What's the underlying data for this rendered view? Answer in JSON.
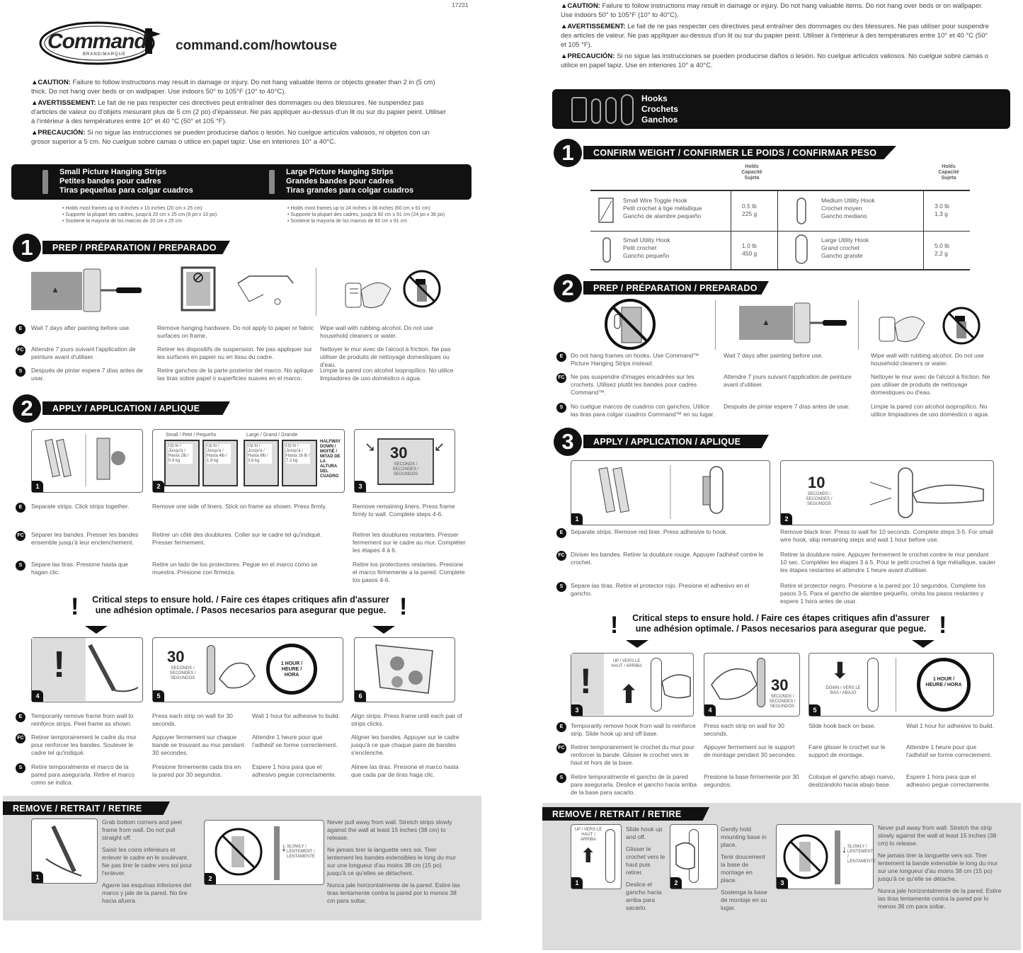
{
  "left": {
    "code": "17231",
    "brand": "Command",
    "brand_sub": "BRAND/MARQUE",
    "url": "command.com/howtouse",
    "warnings": [
      {
        "label": "▲CAUTION:",
        "text": "Failure to follow instructions may result in damage or injury. Do not hang valuable items or objects greater than 2 in (5 cm) thick. Do not hang over beds or on wallpaper. Use indoors 50° to 105°F (10° to 40°C)."
      },
      {
        "label": "▲AVERTISSEMENT:",
        "text": "Le fait de ne pas respecter ces directives peut entraîner des dommages ou des blessures. Ne suspendez pas d'articles de valeur ou d'objets mesurant plus de 5 cm (2 po) d'épaisseur. Ne pas appliquer au-dessus d'un lit ou sur du papier peint. Utiliser à l'intérieur à des températures entre 10° et 40 °C (50° et 105 °F)."
      },
      {
        "label": "▲PRECAUCIÓN:",
        "text": "Si no sigue las instrucciones se pueden producirse daños o lesión. No cuelgue artículos valiosos, ni objetos con un grosor superior a 5 cm. No cuelgue sobre camas o utilice en papel tapiz. Use en interiores 10° a 40°C."
      }
    ],
    "products": [
      {
        "lines": [
          "Small Picture Hanging Strips",
          "Petites bandes pour cadres",
          "Tiras pequeñas para colgar cuadros"
        ],
        "bullets": [
          "Holds most frames up to 8 inches x 10 inches (20 cm x 25 cm)",
          "Supporte la plupart des cadres, jusqu'à 20 cm x 25 cm (8 po x 10 po)",
          "Sostiene la mayoría de los marcos de 20 cm x 25 cm"
        ]
      },
      {
        "lines": [
          "Large Picture Hanging Strips",
          "Grandes bandes pour cadres",
          "Tiras grandes para colgar cuadros"
        ],
        "bullets": [
          "Holds most frames up to 24 inches x 36 inches (60 cm x 91 cm)",
          "Supporte la plupart des cadres, jusqu'à 60 cm x 91 cm (24 po x 36 po)",
          "Sostiene la mayoría de los marcos de 60 cm x 91 cm"
        ]
      }
    ],
    "step1": {
      "num": "1",
      "title": "PREP / PRÉPARATION / PREPARADO",
      "cols": [
        [
          "Wait 7 days after painting before use.",
          "Attendre 7 jours suivant l'application de peinture avant d'utiliser.",
          "Después de pintar espere 7 días antes de usar."
        ],
        [
          "Remove hanging hardware. Do not apply to paper or fabric surfaces on frame.",
          "Retirer les dispositifs de suspension. Ne pas appliquer sur les surfaces en papier ou en tissu du cadre.",
          "Retire ganchos de la parte posterior del marco. No aplique las tiras sobre papel o superficies suaves en el marco."
        ],
        [
          "Wipe wall with rubbing alcohol. Do not use household cleaners or water.",
          "Nettoyer le mur avec de l'alcool à friction. Ne pas utiliser de produits de nettoyage domestiques ou d'eau.",
          "Limpie la pared con alcohol isopropílico. No utilice limpiadores de uso doméstico o agua."
        ]
      ]
    },
    "step2": {
      "num": "2",
      "title": "APPLY / APPLICATION / APLIQUE",
      "panel_labels": [
        "Small / Petit / Pequeño",
        "Large / Grand / Grande"
      ],
      "strip_labels": [
        "Up to / Jusqu'à / Hasta 2lb / 0.9 kg",
        "Up to / Jusqu'à / Hasta 4lb / 1.8 kg",
        "Up to / Jusqu'à / Hasta 8lb / 3.6 kg",
        "Up to / Jusqu'à / Hasta 16 lb / 7.2 kg"
      ],
      "note": "HALFWAY DOWN / MOITIÉ / MITAD DE LA ALTURA DEL CUADRO",
      "press_num": "30",
      "press_text": "SECONDS / SECONDES / SEGUNDOS",
      "cols": [
        [
          "Separate strips. Click strips together.",
          "Séparer les bandes. Presser les bandes ensemble jusqu'à leur enclenchement.",
          "Separe las tiras. Presione hasta que hagan clic."
        ],
        [
          "Remove one side of liners. Stick on frame as shown. Press firmly.",
          "Retirer un côté des doublures. Coller sur le cadre tel qu'indiqué. Presser fermement.",
          "Retire un lado de los protectores. Pegue en el marco como se muestra. Presione con firmeza."
        ],
        [
          "Remove remaining liners. Press frame firmly to wall. Complete steps 4-6.",
          "Retirer les doublures restantes. Presser fermement sur le cadre au mur. Compléter les étapes 4 à 6.",
          "Retire los protectores restantes. Presione el marco firmemente a la pared. Complete los pasos 4-6."
        ]
      ]
    },
    "critical": "Critical steps to ensure hold. / Faire ces étapes critiques afin d'assurer une adhésion optimale. / Pasos necesarios para asegurar que pegue.",
    "crit_panels": {
      "num": "30",
      "sub": "SECONDS / SECONDES / SEGUNDOS",
      "clock": "1 HOUR / HEURE / HORA"
    },
    "crit_cols": [
      [
        "Temporarily remove frame from wall to reinforce strips. Peel frame as shown.",
        "Retirer temporairement le cadre du mur pour renforcer les bandes. Soulever le cadre tel qu'indiqué.",
        "Retire temporalmente el marco de la pared para asegurarla. Retire el marco como se indica."
      ],
      [
        "Press each strip on wall for 30 seconds.",
        "Appuyer fermement sur chaque bande se trouvant au mur pendant 30 secondes.",
        "Presione firmemente cada tira en la pared por 30 segundos."
      ],
      [
        "Wait 1 hour for adhesive to build.",
        "Attendre 1 heure pour que l'adhésif se forme correctement.",
        "Espere 1 hora para que el adhesivo pegue correctamente."
      ],
      [
        "Align strips. Press frame until each pair of strips clicks.",
        "Aligner les bandes. Appuyer sur le cadre jusqu'à ce que chaque paire de bandes s'enclenche.",
        "Alinee las tiras. Presione el marco hasta que cada par de tiras haga clic."
      ]
    ],
    "remove": {
      "title": "REMOVE / RETRAIT / RETIRE",
      "slow": "SLOWLY / LENTEMENT / LENTAMENTE",
      "col1": [
        "Grab bottom corners and peel frame from wall. Do not pull straight off.",
        "Saisir les coins inférieurs et enlever le cadre en le soulevant. Ne pas tirer le cadre vers soi pour l'enlever.",
        "Agarre las esquinas inferiores del marco y jale de la pared. No tire hacia afuera."
      ],
      "col2": [
        "Never pull away from wall. Stretch strips slowly against the wall at least 15 inches (38 cm) to release.",
        "Ne jamais tirer la languette vers soi. Tirer lentement les bandes extensibles le long du mur sur une longueur d'au moins 38 cm (15 po) jusqu'à ce qu'elles se détachent.",
        "Nunca jale horizontalmente de la pared. Estire las tiras lentamente contra la pared por lo menos 38 cm para soltar."
      ]
    }
  },
  "right": {
    "warnings": [
      {
        "label": "▲CAUTION:",
        "text": "Failure to follow instructions may result in damage or injury. Do not hang valuable items. Do not hang over beds or on wallpaper. Use indoors 50° to 105°F (10° to 40°C)."
      },
      {
        "label": "▲AVERTISSEMENT:",
        "text": "Le fait de ne pas respecter ces directives peut entraîner des dommages ou des blessures. Ne pas utiliser pour suspendre des articles de valeur. Ne pas appliquer au-dessus d'un lit ou sur du papier peint. Utiliser à l'intérieur à des températures entre 10° et 40 °C (50° et 105 °F)."
      },
      {
        "label": "▲PRECAUCIÓN:",
        "text": "Si no sigue las instrucciones se pueden producirse daños o lesión. No cuelgue artículos valiosos. No cuelgue sobre camas o utilice en papel tapiz. Use en interiores 10° a 40°C."
      }
    ],
    "hooks_title": [
      "Hooks",
      "Crochets",
      "Ganchos"
    ],
    "step1": {
      "num": "1",
      "title": "CONFIRM WEIGHT / CONFIRMER LE POIDS / CONFIRMAR PESO",
      "cap_header": [
        "Holds",
        "Capacité",
        "Sujeta"
      ],
      "rows": [
        [
          {
            "name": [
              "Small Wire Toggle Hook",
              "Petit crochet à tige métallique",
              "Gancho de alambre pequeño"
            ],
            "cap": [
              "0.5 lb",
              "225 g"
            ]
          },
          {
            "name": [
              "Medium Utility Hook",
              "Crochet moyen",
              "Gancho mediano"
            ],
            "cap": [
              "3.0 lb",
              "1,3 g"
            ]
          }
        ],
        [
          {
            "name": [
              "Small Utility Hook",
              "Petit crochet",
              "Gancho pequeño"
            ],
            "cap": [
              "1.0 lb",
              "450 g"
            ]
          },
          {
            "name": [
              "Large Utility Hook",
              "Grand crochet",
              "Gancho grande"
            ],
            "cap": [
              "5.0 lb",
              "2,2 g"
            ]
          }
        ]
      ]
    },
    "step2": {
      "num": "2",
      "title": "PREP / PRÉPARATION / PREPARADO",
      "col1": [
        "Do not hang frames on hooks. Use Command™ Picture Hanging Strips instead.",
        "Ne pas suspendre d'images encadrées sur les crochets. Utilisez plutôt les bandes pour cadres Command™.",
        "No cuelgue marcos de cuadros con ganchos. Utilice las tiras para colgar cuadros Command™ en su lugar."
      ],
      "col2": [
        "Wait 7 days after painting before use.",
        "Attendre 7 jours suivant l'application de peinture avant d'utiliser.",
        "Después de pintar espere 7 días antes de usar."
      ],
      "col3": [
        "Wipe wall with rubbing alcohol. Do not use household cleaners or water.",
        "Nettoyer le mur avec de l'alcool à friction. Ne pas utiliser de produits de nettoyage domestiques ou d'eau.",
        "Limpie la pared con alcohol isopropílico. No utilice limpiadores de uso doméstico o agua."
      ]
    },
    "step3": {
      "num": "3",
      "title": "APPLY / APPLICATION / APLIQUE",
      "press_num": "10",
      "press_text": "SECONDS / SECONDES / SEGUNDOS",
      "col1": [
        "Separate strips. Remove red liner. Press adhesive to hook.",
        "Diviser les bandes. Retirer la doublure rouge. Appuyer l'adhésif contre le crochet.",
        "Separe las tiras. Retire el protector rojo. Presione el adhesivo en el gancho."
      ],
      "col2": [
        "Remove black liner. Press to wall for 10 seconds. Complete steps 3-5. For small wire hook, skip remaining steps and wait 1 hour before use.",
        "Retirer la doublure noire. Appuyer fermement le crochet contre le mur pendant 10 sec. Compléter les étapes 3 à 5. Pour le petit crochet à tige métallique, sauter les étapes restantes et attendre 1 heure avant d'utiliser.",
        "Retire el protector negro. Presione a la pared por 10 segundos. Complete los pasos 3-5. Para el gancho de alambre pequeño, omita los pasos restantes y espere 1 hora antes de usar."
      ]
    },
    "critical": "Critical steps to ensure hold. / Faire ces étapes critiques afin d'assurer une adhésion optimale. / Pasos necesarios para asegurar que pegue.",
    "crit_panels": {
      "up": "UP / VERS LE HAUT / ARRIBA",
      "num": "30",
      "sub": "SECONDS / SECONDES / SEGUNDOS",
      "down": "DOWN / VERS LE BAS / ABAJO",
      "clock": "1 HOUR / HEURE / HORA"
    },
    "crit_cols": [
      [
        "Temporarily remove hook from wall to reinforce strip. Slide hook up and off base.",
        "Retirer temporairement le crochet du mur pour renforcer la bande. Glisser le crochet vers le haut et hors de la base.",
        "Retire temporalmente el gancho de la pared para asegurarla. Deslice el gancho hacia arriba de la base para sacarlo."
      ],
      [
        "Press each strip on wall for 30 seconds.",
        "Appuyer fermement sur le support de montage pendant 30 secondes.",
        "Presione la base firmemente por 30 segundos."
      ],
      [
        "Slide hook back on base.",
        "Faire glisser le crochet sur le support de montage.",
        "Coloque el gancho abajo nuevo, deslizándolo hacia abajo base."
      ],
      [
        "Wait 1 hour for adhesive to build.",
        "Attendre 1 heure pour que l'adhésif se forme correctement.",
        "Espere 1 hora para que el adhesivo pegue correctamente."
      ]
    ],
    "remove": {
      "title": "REMOVE / RETRAIT / RETIRE",
      "up": "UP / VERS LE HAUT / ARRIBA",
      "slow": "SLOWLY / LENTEMENT / LENTAMENTE",
      "col1": [
        "Slide hook up and off.",
        "Glisser le crochet vers le haut puis retirer.",
        "Deslice el gancho hacia arriba para sacarlo."
      ],
      "col2": [
        "Gently hold mounting base in place.",
        "Tenir doucement la base de montage en place.",
        "Sostenga la base de montaje en su lugar."
      ],
      "col3": [
        "Never pull away from wall. Stretch the strip slowly against the wall at least 15 inches (38 cm) to release.",
        "Ne jamais tirer la languette vers soi. Tirer lentement la bande extensible le long du mur sur une longueur d'au moins 38 cm (15 po) jusqu'à ce qu'elle se détache.",
        "Nunca jale horizontalmente de la pared. Estire las tiras lentamente contra la pared por lo menos 38 cm para soltar."
      ]
    }
  },
  "lang_badges": [
    "E",
    "FC",
    "S"
  ]
}
